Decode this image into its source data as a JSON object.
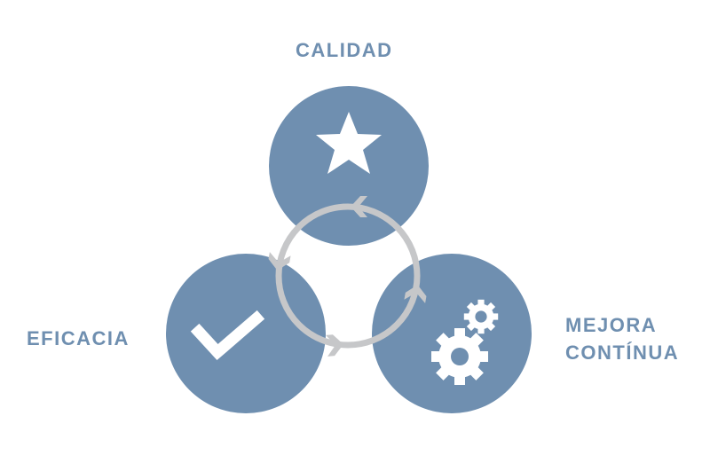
{
  "labels": {
    "top": "CALIDAD",
    "left": "EFICACIA",
    "right_line1": "MEJORA",
    "right_line2": "CONTÍNUA"
  },
  "icons": {
    "top": "star-icon",
    "left": "checkmark-icon",
    "right": "gears-icon",
    "cycle": "circular-arrows-cycle"
  },
  "colors": {
    "circle": "#6f8fb0",
    "ring": "#c6c7c9",
    "text": "#6f8fb0",
    "icon": "#ffffff"
  }
}
